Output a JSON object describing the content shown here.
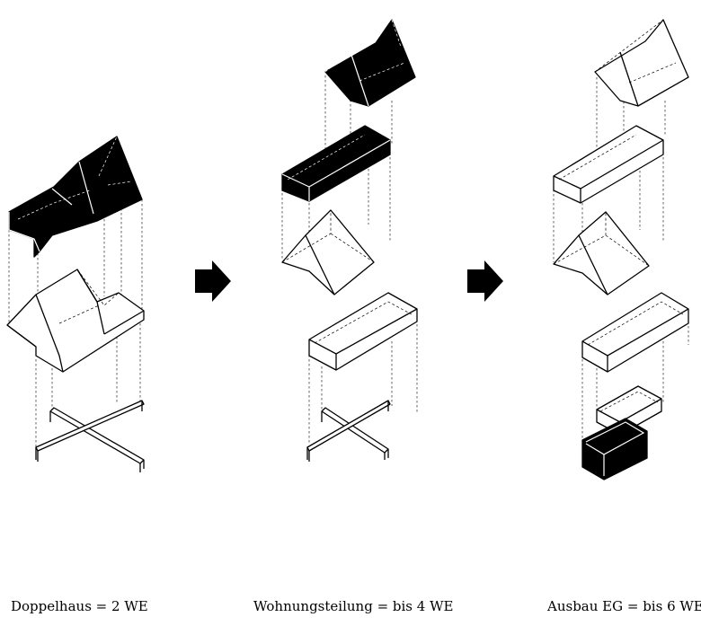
{
  "captions": {
    "stage1": "Doppelhaus = 2 WE",
    "stage2": "Wohnungsteilung = bis 4 WE",
    "stage3": "Ausbau EG = bis 6 WE"
  },
  "icons": {
    "arrow1": "right-arrow-icon",
    "arrow2": "right-arrow-icon"
  },
  "colors": {
    "solid": "#000000",
    "outline": "#000000",
    "background": "#ffffff"
  }
}
